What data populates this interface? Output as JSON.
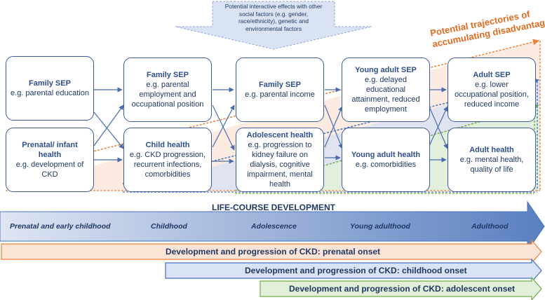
{
  "top_note": "Potential interactive effects with other social factors (e.g. gender, race/ethnicity), genetic and environmental factors",
  "trajectory_label": "Potential trajectories of accumulating disadvantage",
  "boxes": {
    "family_sep_1": {
      "title": "Family SEP",
      "detail": "e.g. parental education"
    },
    "prenatal_health": {
      "title": "Prenatal/ infant health",
      "detail": "e.g. development of CKD"
    },
    "family_sep_2": {
      "title": "Family SEP",
      "detail": "e.g. parental employment and occupational position"
    },
    "child_health": {
      "title": "Child health",
      "detail": "e.g. CKD progression, recurrent infections, comorbidities"
    },
    "family_sep_3": {
      "title": "Family SEP",
      "detail": "e.g. parental income"
    },
    "adolescent_health": {
      "title": "Adolescent health",
      "detail": "e.g. progression to kidney failure on dialysis, cognitive impairment, mental health"
    },
    "young_adult_sep": {
      "title": "Young adult SEP",
      "detail": "e.g. delayed educational attainment, reduced employment"
    },
    "young_adult_health": {
      "title": "Young adult health",
      "detail": "e.g. comorbidities"
    },
    "adult_sep": {
      "title": "Adult SEP",
      "detail": "e.g. lower occupational position, reduced income"
    },
    "adult_health": {
      "title": "Adult health",
      "detail": "e.g. mental health, quality of life"
    }
  },
  "life_course": {
    "title": "LIFE-COURSE DEVELOPMENT",
    "stages": [
      "Prenatal and early childhood",
      "Childhood",
      "Adolescence",
      "Young adulthood",
      "Adulthood"
    ]
  },
  "ckd_arrows": [
    {
      "label": "Development and progression of CKD: prenatal onset",
      "color": "#e9813a",
      "fill": "#fbe4d5"
    },
    {
      "label": "Development and progression of CKD: childhood onset",
      "color": "#4472c4",
      "fill": "#dae3f3"
    },
    {
      "label": "Development and progression of CKD: adolescent onset",
      "color": "#70ad47",
      "fill": "#e2efd9"
    }
  ],
  "colors": {
    "box_border": "#3c5a99",
    "text": "#1f3864",
    "orange": "#e9813a",
    "blue": "#4472c4",
    "green": "#70ad47"
  }
}
